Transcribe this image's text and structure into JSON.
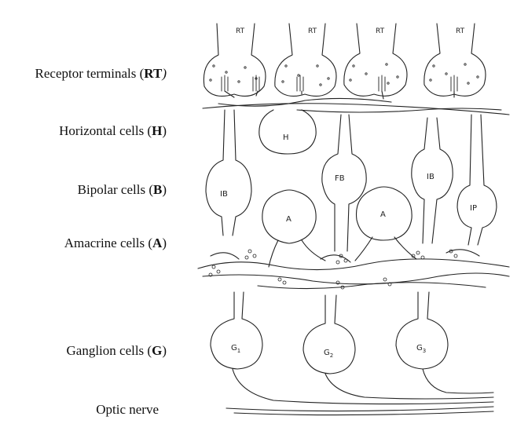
{
  "labels": {
    "receptor": {
      "text": "Receptor terminals (",
      "abbr": "RT",
      "close": ")"
    },
    "horizontal": {
      "text": "Horizontal cells (",
      "abbr": "H",
      "close": ")"
    },
    "bipolar": {
      "text": "Bipolar cells (",
      "abbr": "B",
      "close": ")"
    },
    "amacrine": {
      "text": "Amacrine cells (",
      "abbr": "A",
      "close": ")"
    },
    "ganglion": {
      "text": "Ganglion cells (",
      "abbr": "G",
      "close": ")"
    },
    "optic": {
      "text": "Optic nerve"
    }
  },
  "cells": {
    "rt": "RT",
    "h": "H",
    "fb": "FB",
    "ib": "IB",
    "ip": "IP",
    "a": "A",
    "g1": "G",
    "g1_sub": "1",
    "g2": "G",
    "g2_sub": "2",
    "g3": "G",
    "g3_sub": "3"
  }
}
